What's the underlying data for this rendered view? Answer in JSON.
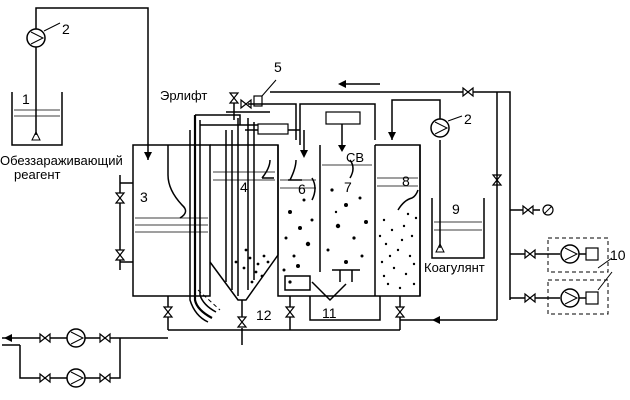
{
  "labels": {
    "disinfectant": [
      "Обеззараживающий",
      "реагент"
    ],
    "airlift": "Эрлифт",
    "coagulant": "Коагулянт",
    "sv": "СВ"
  },
  "numbers": {
    "n1": "1",
    "n2a": "2",
    "n2b": "2",
    "n3": "3",
    "n4": "4",
    "n5": "5",
    "n6": "6",
    "n7": "7",
    "n8": "8",
    "n9": "9",
    "n10": "10",
    "n11": "11",
    "n12": "12"
  }
}
